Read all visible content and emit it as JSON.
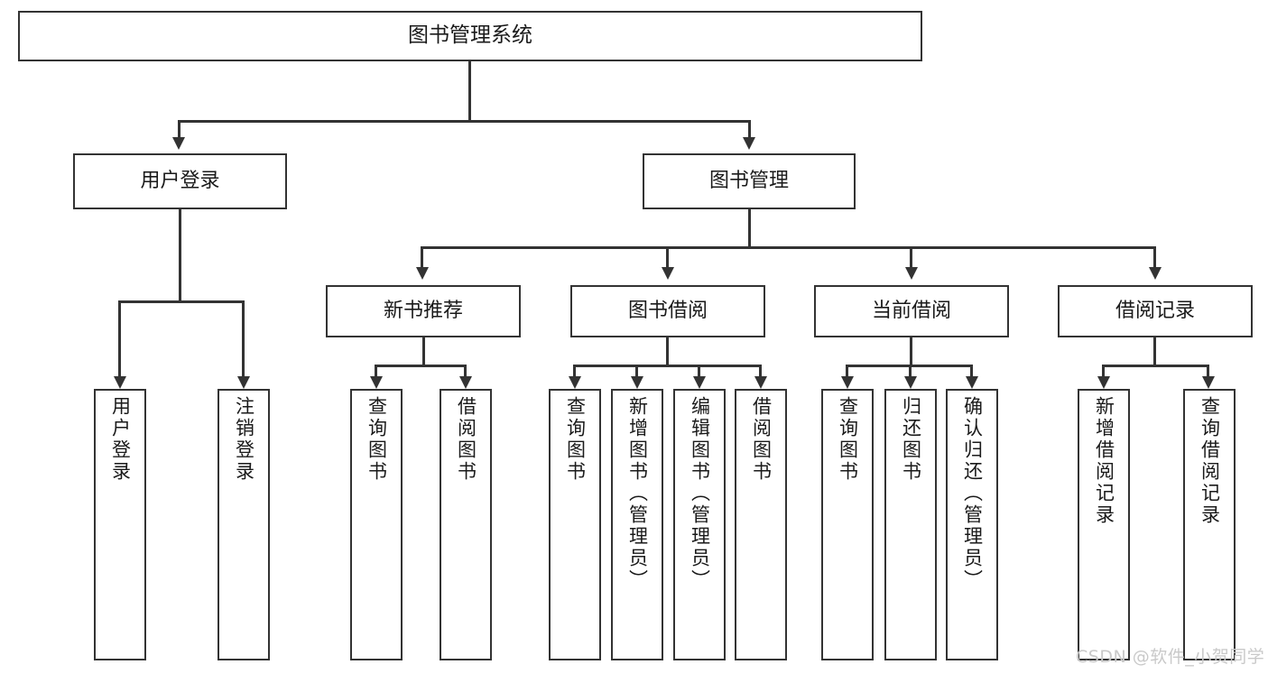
{
  "diagram": {
    "title": "图书管理系统",
    "type": "tree-hierarchy-chart",
    "root": {
      "label": "图书管理系统"
    },
    "level2": [
      {
        "label": "用户登录"
      },
      {
        "label": "图书管理"
      }
    ],
    "level3": [
      {
        "label": "新书推荐"
      },
      {
        "label": "图书借阅"
      },
      {
        "label": "当前借阅"
      },
      {
        "label": "借阅记录"
      }
    ],
    "leaves": {
      "user_login": [
        {
          "label": "用户登录"
        },
        {
          "label": "注销登录"
        }
      ],
      "new_book_recommend": [
        {
          "label": "查询图书"
        },
        {
          "label": "借阅图书"
        }
      ],
      "book_borrow": [
        {
          "label": "查询图书"
        },
        {
          "label": "新增图书（管理员）"
        },
        {
          "label": "编辑图书（管理员）"
        },
        {
          "label": "借阅图书"
        }
      ],
      "current_borrow": [
        {
          "label": "查询图书"
        },
        {
          "label": "归还图书"
        },
        {
          "label": "确认归还（管理员）"
        }
      ],
      "borrow_records": [
        {
          "label": "新增借阅记录"
        },
        {
          "label": "查询借阅记录"
        }
      ]
    }
  },
  "watermark": {
    "text": "CSDN @软件_小贺同学"
  },
  "colors": {
    "stroke": "#333333",
    "fill": "#ffffff",
    "text": "#1a1a1a",
    "watermark": "#c9c9c9"
  }
}
